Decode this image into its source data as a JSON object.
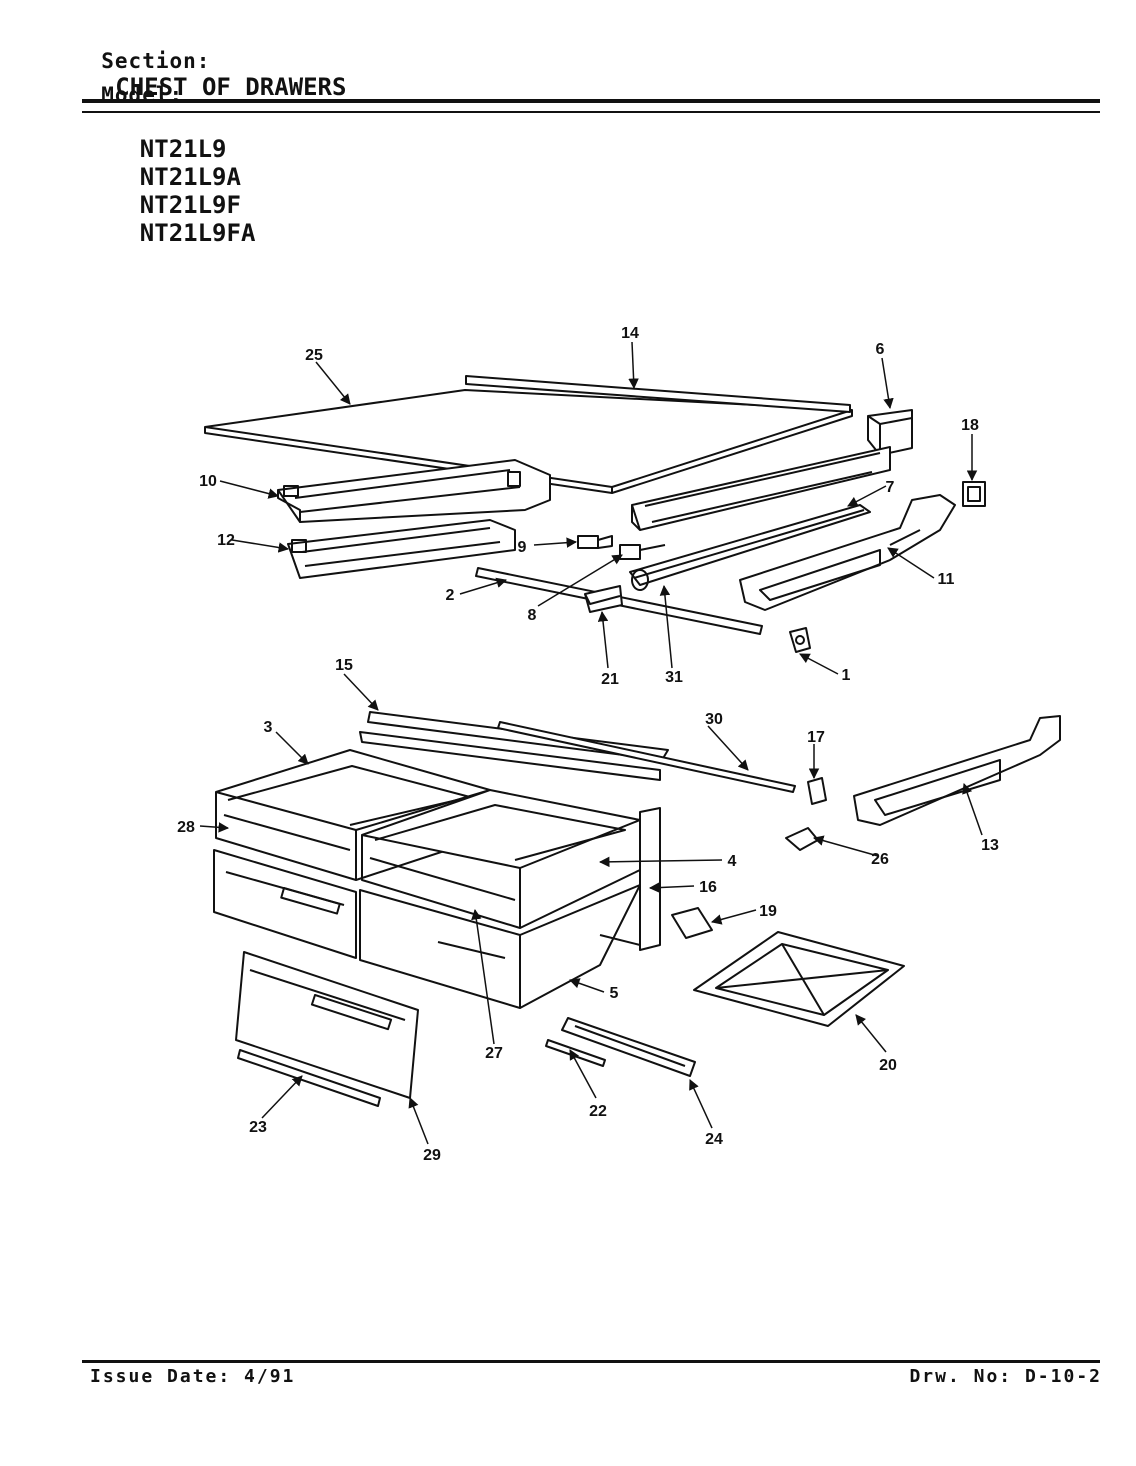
{
  "header": {
    "section_label": "Section:",
    "section_value": "CHEST OF DRAWERS",
    "model_label": "Model:",
    "models": [
      "NT21L9",
      "NT21L9A",
      "NT21L9F",
      "NT21L9FA"
    ]
  },
  "footer": {
    "issue_date": "Issue Date: 4/91",
    "drawing_no": "Drw. No: D-10-2"
  },
  "callouts": {
    "c1": "1",
    "c2": "2",
    "c3": "3",
    "c4": "4",
    "c5": "5",
    "c6": "6",
    "c7": "7",
    "c8": "8",
    "c9": "9",
    "c10": "10",
    "c11": "11",
    "c12": "12",
    "c13": "13",
    "c14": "14",
    "c15": "15",
    "c16": "16",
    "c17": "17",
    "c18": "18",
    "c19": "19",
    "c20": "20",
    "c21": "21",
    "c22": "22",
    "c23": "23",
    "c24": "24",
    "c25": "25",
    "c26": "26",
    "c27": "27",
    "c28": "28",
    "c29": "29",
    "c30": "30",
    "c31": "31"
  }
}
